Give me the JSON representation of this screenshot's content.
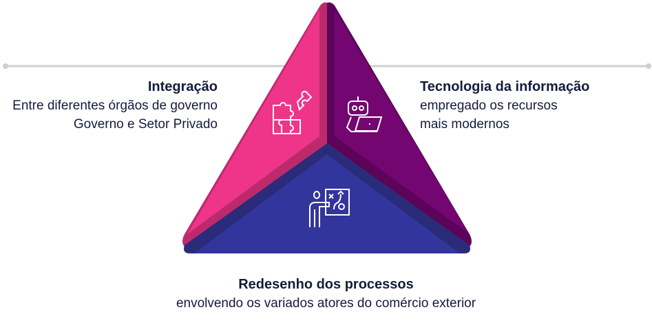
{
  "colors": {
    "pink": "#ee3589",
    "pink_dark": "#bd2a6c",
    "purple": "#740672",
    "purple_dark": "#5c0459",
    "blue": "#32359b",
    "blue_dark": "#2a2c7a",
    "line": "#cfcfcf",
    "text": "#141b3c"
  },
  "sections": [
    {
      "id": "integracao",
      "title": "Integração",
      "lines": [
        "Entre diferentes órgãos de governo",
        "Governo e Setor Privado"
      ],
      "icon": "puzzle-icon"
    },
    {
      "id": "tecnologia",
      "title": "Tecnologia da informação",
      "lines": [
        "empregado os recursos",
        "mais modernos"
      ],
      "icon": "robot-laptop-icon"
    },
    {
      "id": "redesenho",
      "title": "Redesenho dos processos",
      "lines": [
        "envolvendo os variados atores do comércio exterior"
      ],
      "icon": "presenter-strategy-icon"
    }
  ]
}
